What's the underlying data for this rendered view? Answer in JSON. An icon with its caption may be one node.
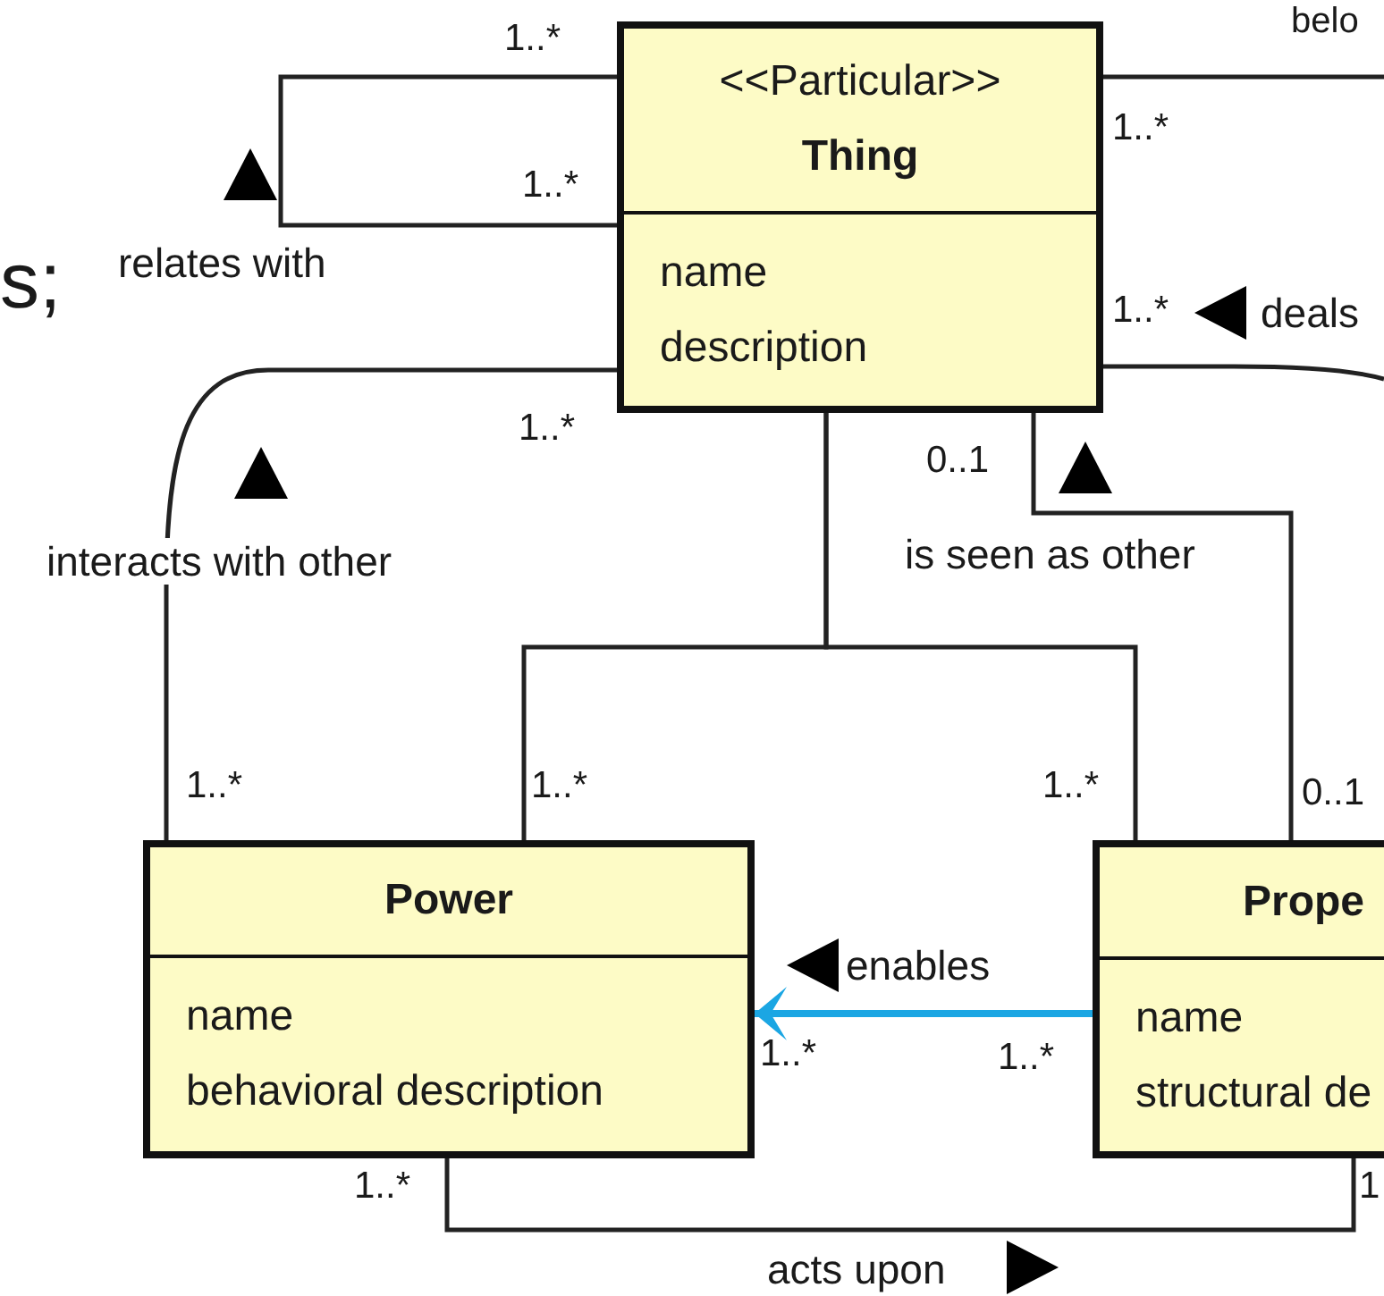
{
  "diagram": {
    "nodes": [
      {
        "text": [
          "<<Particular>>",
          "Thing",
          "name",
          "description"
        ]
      },
      {
        "text": [
          "Power",
          "name",
          "behavioral description"
        ]
      },
      {
        "text": [
          "Prope",
          "name",
          "structural de"
        ]
      }
    ],
    "edges": [
      {
        "from": 0,
        "to": 0,
        "arrow": "none",
        "label": "relates with"
      },
      {
        "from": 0,
        "to": 1,
        "arrow": "none",
        "label": "interacts with other"
      },
      {
        "from": 0,
        "to": 1,
        "arrow": "other"
      },
      {
        "from": 0,
        "to": 2,
        "arrow": "other"
      },
      {
        "from": 0,
        "to": 2,
        "arrow": "none",
        "label": "is seen as other"
      },
      {
        "from": 2,
        "to": 1,
        "arrow": "to",
        "label": "enables",
        "color": "#1ba6e3"
      },
      {
        "from": 1,
        "to": 2,
        "arrow": "none",
        "label": "acts upon"
      },
      {
        "from": 0,
        "to": null,
        "arrow": "none"
      },
      {
        "from": 0,
        "to": null,
        "arrow": "none",
        "label": "deals"
      }
    ],
    "labels": [
      "belo",
      "1..*",
      "1..*",
      "1..*",
      "s;",
      "1..*",
      "1..*",
      "0..1",
      "1..*",
      "1..*",
      "1..*",
      "0..1",
      "1..*",
      "1..*",
      "1..*",
      "1"
    ]
  }
}
